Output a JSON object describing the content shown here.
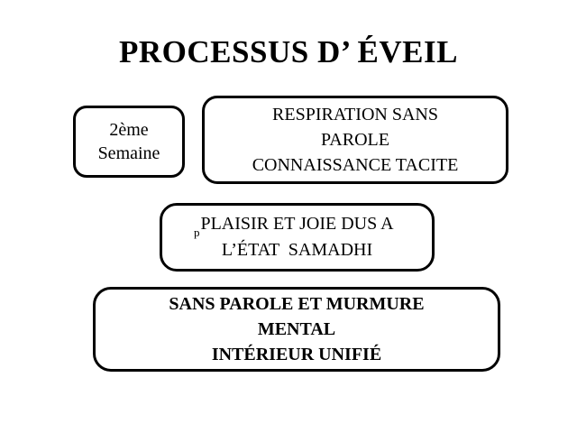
{
  "slide": {
    "title": "PROCESSUS D’ ÉVEIL",
    "background_color": "#ffffff",
    "text_color": "#000000",
    "border_color": "#000000",
    "boxes": [
      {
        "name": "week",
        "lines": [
          "2ème",
          "Semaine"
        ],
        "bold": false
      },
      {
        "name": "breath",
        "lines": [
          "RESPIRATION SANS",
          "PAROLE",
          "CONNAISSANCE TACITE"
        ],
        "bold": false
      },
      {
        "name": "joy",
        "lines": [
          "PLAISIR ET JOIE DUS A",
          "L’ÉTAT  SAMADHI"
        ],
        "bold": false,
        "artifact_glyph": "p"
      },
      {
        "name": "silence",
        "lines": [
          "SANS PAROLE ET MURMURE",
          "MENTAL",
          "INTÉRIEUR UNIFIÉ"
        ],
        "bold": true
      }
    ]
  }
}
